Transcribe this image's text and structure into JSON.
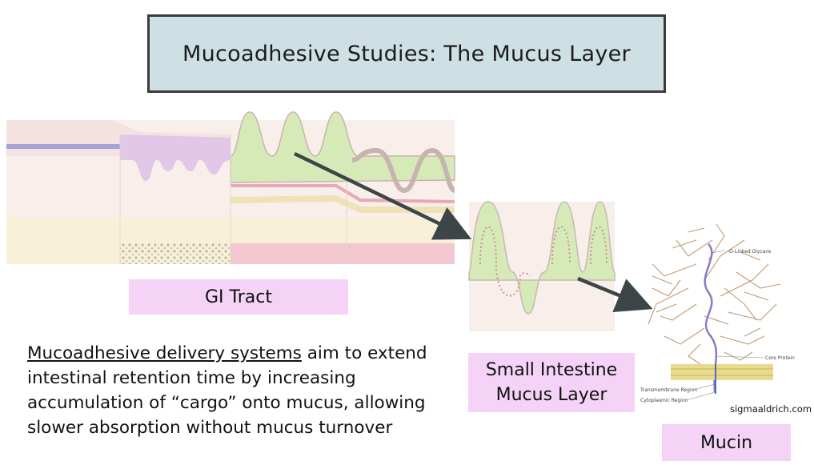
{
  "title": "Mucoadhesive Studies: The Mucus Layer",
  "labels": {
    "gi_tract": "GI Tract",
    "small_intestine_line1": "Small Intestine",
    "small_intestine_line2": "Mucus Layer",
    "mucin": "Mucin"
  },
  "body": {
    "underlined": "Mucoadhesive delivery systems",
    "rest": " aim to extend intestinal retention time by increasing accumulation of “cargo” onto mucus, allowing slower absorption without mucus turnover"
  },
  "mucin_annotations": {
    "o_linked_glycans": "O-Linked Glycans",
    "core_protein": "Core Protein",
    "transmembrane_region": "Transmembrane Region",
    "cytoplasmic_region": "Cytoplasmic Region"
  },
  "credit": "sigmaaldrich.com",
  "colors": {
    "title_bg": "#cfe0e4",
    "label_bg": "#f4d3f7",
    "mucus_green": "#d6eab8",
    "tissue_pink": "#f7d9dc",
    "arrow": "#3c4548"
  }
}
